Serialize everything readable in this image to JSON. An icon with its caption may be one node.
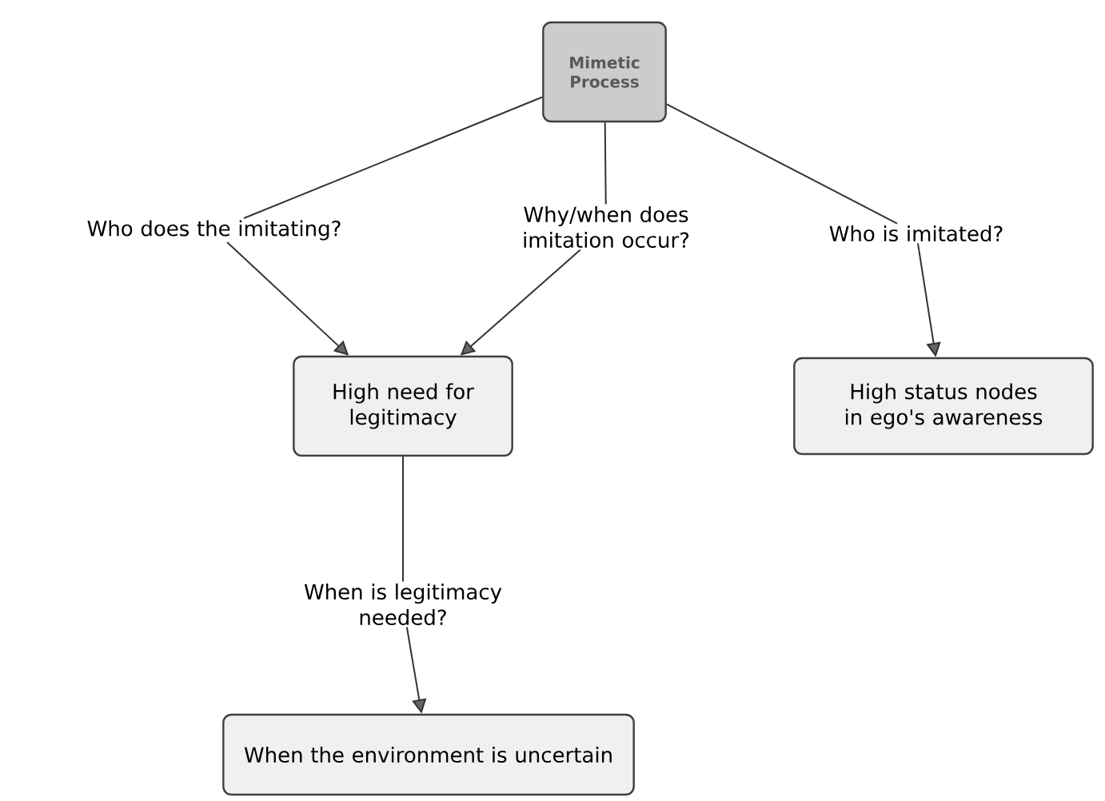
{
  "diagram": {
    "nodes": [
      {
        "text": [
          "Mimetic Process"
        ]
      },
      {
        "text": [
          "Who does the imitating?"
        ]
      },
      {
        "text": [
          "Why/when does imitation occur?"
        ]
      },
      {
        "text": [
          "Who is imitated?"
        ]
      },
      {
        "text": [
          "High need for legitimacy"
        ]
      },
      {
        "text": [
          "High status nodes in ego's awareness"
        ]
      },
      {
        "text": [
          "When is legitimacy needed?"
        ]
      },
      {
        "text": [
          "When the environment is uncertain"
        ]
      }
    ],
    "edges": [
      {
        "from": 0,
        "to": 1,
        "arrow": "none"
      },
      {
        "from": 1,
        "to": 4,
        "arrow": "to"
      },
      {
        "from": 0,
        "to": 2,
        "arrow": "none"
      },
      {
        "from": 2,
        "to": 4,
        "arrow": "to"
      },
      {
        "from": 0,
        "to": 3,
        "arrow": "none"
      },
      {
        "from": 3,
        "to": 5,
        "arrow": "to"
      },
      {
        "from": 4,
        "to": 6,
        "arrow": "none"
      },
      {
        "from": 6,
        "to": 7,
        "arrow": "to"
      }
    ]
  }
}
